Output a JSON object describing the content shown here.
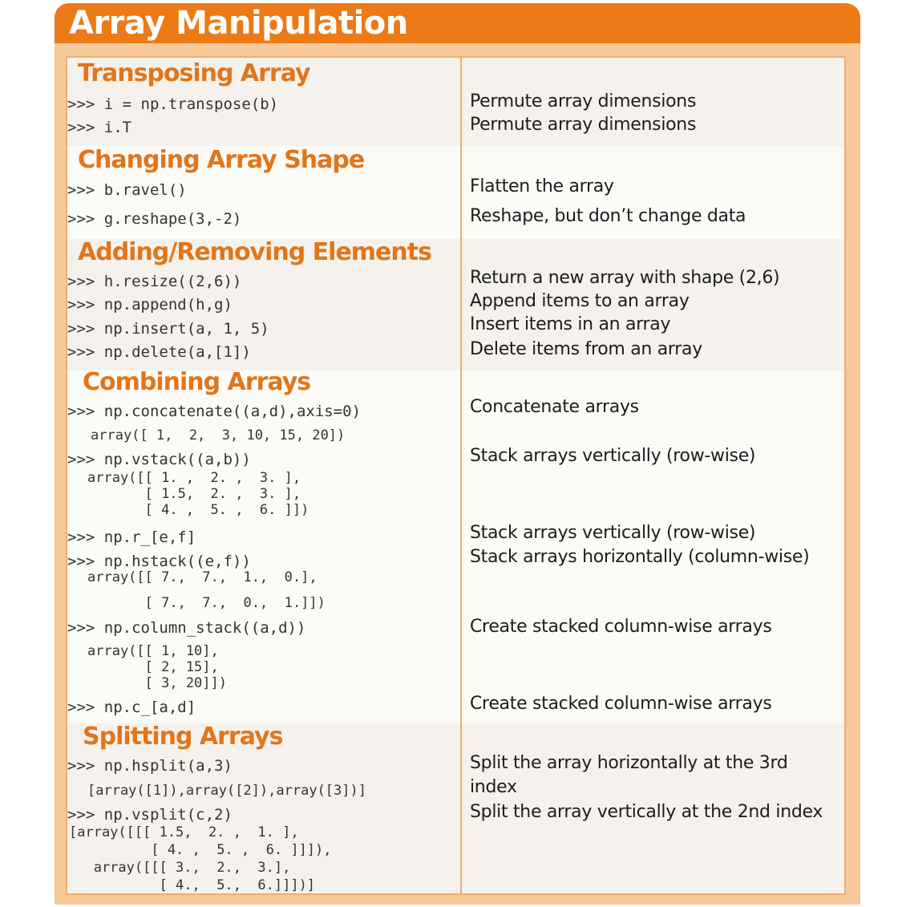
{
  "header": {
    "title": "Array Manipulation"
  },
  "colors": {
    "accent": "#ec7a16",
    "section": "#e2751b",
    "frame": "#f6c89a",
    "panel": "#fdfbf7"
  },
  "sections": {
    "transposing": {
      "title": "Transposing Array",
      "rows": [
        {
          "code": ">>> i = np.transpose(b)",
          "desc": "Permute array dimensions"
        },
        {
          "code": ">>> i.T",
          "desc": "Permute array dimensions"
        }
      ]
    },
    "shape": {
      "title": "Changing Array Shape",
      "rows": [
        {
          "code": ">>> b.ravel()",
          "desc": "Flatten the array"
        },
        {
          "code": ">>> g.reshape(3,-2)",
          "desc": "Reshape, but don’t change data"
        }
      ]
    },
    "adding": {
      "title": "Adding/Removing Elements",
      "rows": [
        {
          "code": ">>> h.resize((2,6))",
          "desc": "Return a new array with shape (2,6)"
        },
        {
          "code": ">>> np.append(h,g)",
          "desc": "Append items to an array"
        },
        {
          "code": ">>> np.insert(a, 1, 5)",
          "desc": "Insert items in an array"
        },
        {
          "code": ">>> np.delete(a,[1])",
          "desc": "Delete items from an array"
        }
      ]
    },
    "combining": {
      "title": "Combining Arrays",
      "rows": [
        {
          "code": ">>> np.concatenate((a,d),axis=0)",
          "output": "array([ 1,  2,  3, 10, 15, 20])",
          "desc": "Concatenate arrays"
        },
        {
          "code": ">>> np.vstack((a,b))",
          "output": "array([[ 1. ,  2. ,  3. ],\n       [ 1.5,  2. ,  3. ],\n       [ 4. ,  5. ,  6. ]])",
          "desc": "Stack arrays vertically (row-wise)"
        },
        {
          "code": ">>> np.r_[e,f]",
          "desc": "Stack arrays vertically (row-wise)"
        },
        {
          "code": ">>> np.hstack((e,f))",
          "output": "array([[ 7.,  7.,  1.,  0.],\n\n       [ 7.,  7.,  0.,  1.]])",
          "desc": "Stack arrays horizontally (column-wise)"
        },
        {
          "code": ">>> np.column_stack((a,d))",
          "output": "array([[ 1, 10],\n       [ 2, 15],\n       [ 3, 20]])",
          "desc": "Create stacked column-wise arrays"
        },
        {
          "code": ">>> np.c_[a,d]",
          "desc": "Create stacked column-wise arrays"
        }
      ]
    },
    "splitting": {
      "title": "Splitting Arrays",
      "rows": [
        {
          "code": ">>> np.hsplit(a,3)",
          "output": "[array([1]),array([2]),array([3])]",
          "desc": "Split the array horizontally at the 3rd\nindex"
        },
        {
          "code": ">>> np.vsplit(c,2)",
          "output": "[array([[[ 1.5,  2. ,  1. ],\n          [ 4. ,  5. ,  6. ]]]),\n   array([[[ 3.,  2.,  3.],\n           [ 4.,  5.,  6.]]])]",
          "desc": "Split the array vertically at the 2nd index"
        }
      ]
    }
  }
}
